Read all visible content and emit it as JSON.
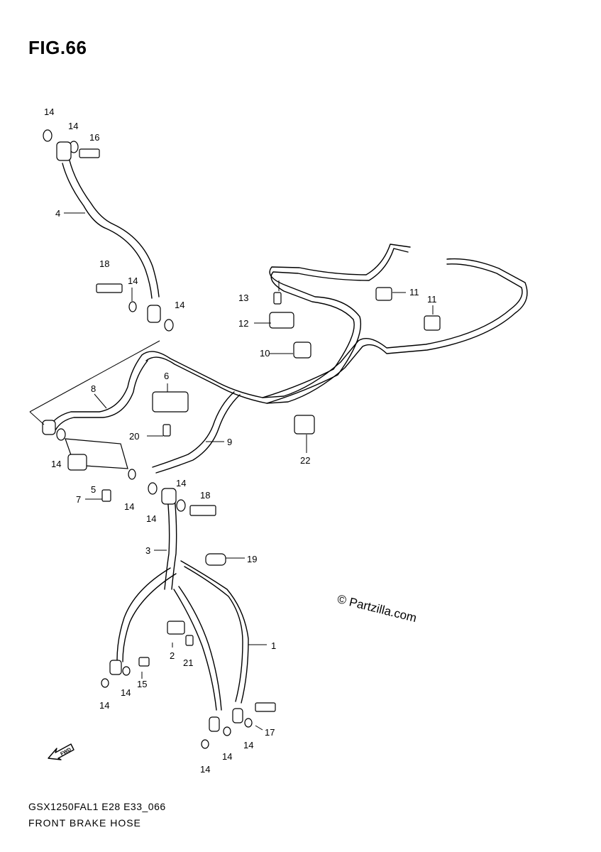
{
  "figure": {
    "title": "FIG.66"
  },
  "watermark": "© Partzilla.com",
  "footer": {
    "code": "GSX1250FAL1 E28 E33_066",
    "name": "FRONT BRAKE HOSE"
  },
  "fwd_label": "FWD",
  "callouts": [
    {
      "id": "c-14-a",
      "label": "14"
    },
    {
      "id": "c-14-b",
      "label": "14"
    },
    {
      "id": "c-16",
      "label": "16"
    },
    {
      "id": "c-4",
      "label": "4"
    },
    {
      "id": "c-18-a",
      "label": "18"
    },
    {
      "id": "c-14-c",
      "label": "14"
    },
    {
      "id": "c-14-d",
      "label": "14"
    },
    {
      "id": "c-13",
      "label": "13"
    },
    {
      "id": "c-11-a",
      "label": "11"
    },
    {
      "id": "c-11-b",
      "label": "11"
    },
    {
      "id": "c-12",
      "label": "12"
    },
    {
      "id": "c-10",
      "label": "10"
    },
    {
      "id": "c-6",
      "label": "6"
    },
    {
      "id": "c-8",
      "label": "8"
    },
    {
      "id": "c-20",
      "label": "20"
    },
    {
      "id": "c-9",
      "label": "9"
    },
    {
      "id": "c-22",
      "label": "22"
    },
    {
      "id": "c-14-e",
      "label": "14"
    },
    {
      "id": "c-5",
      "label": "5"
    },
    {
      "id": "c-7",
      "label": "7"
    },
    {
      "id": "c-14-f",
      "label": "14"
    },
    {
      "id": "c-14-g",
      "label": "14"
    },
    {
      "id": "c-14-h",
      "label": "14"
    },
    {
      "id": "c-18-b",
      "label": "18"
    },
    {
      "id": "c-3",
      "label": "3"
    },
    {
      "id": "c-19",
      "label": "19"
    },
    {
      "id": "c-1",
      "label": "1"
    },
    {
      "id": "c-2",
      "label": "2"
    },
    {
      "id": "c-21",
      "label": "21"
    },
    {
      "id": "c-15",
      "label": "15"
    },
    {
      "id": "c-14-i",
      "label": "14"
    },
    {
      "id": "c-14-j",
      "label": "14"
    },
    {
      "id": "c-17",
      "label": "17"
    },
    {
      "id": "c-14-k",
      "label": "14"
    },
    {
      "id": "c-14-l",
      "label": "14"
    },
    {
      "id": "c-14-m",
      "label": "14"
    }
  ]
}
